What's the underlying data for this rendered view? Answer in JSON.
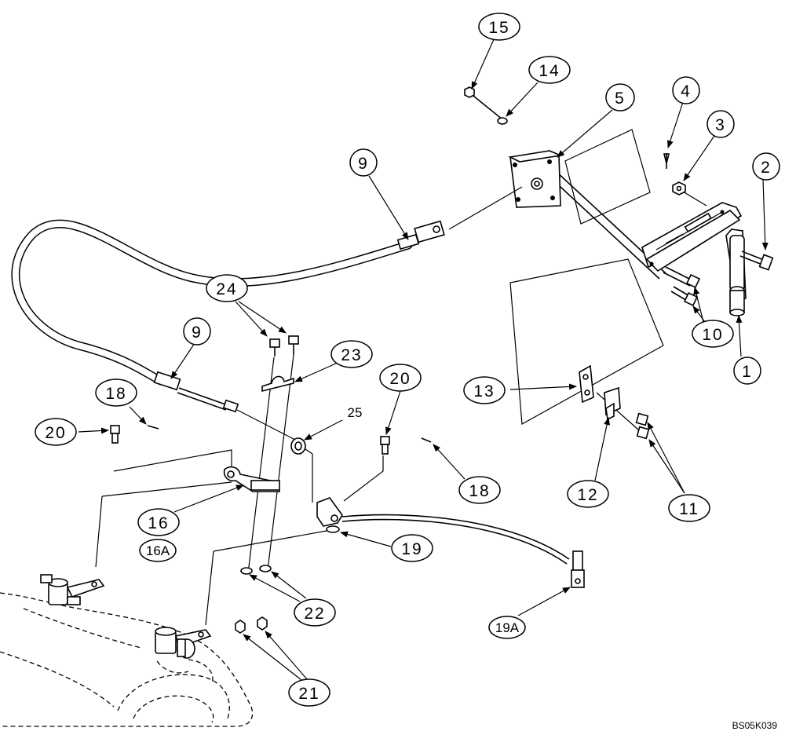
{
  "diagram": {
    "drawing_code": "BS05K039",
    "callouts": {
      "c1": "1",
      "c2": "2",
      "c3": "3",
      "c4": "4",
      "c5": "5",
      "c9a": "9",
      "c9b": "9",
      "c10": "10",
      "c11": "11",
      "c12": "12",
      "c13": "13",
      "c14": "14",
      "c15": "15",
      "c16": "16",
      "c16a": "16A",
      "c18a": "18",
      "c18b": "18",
      "c19": "19",
      "c19a": "19A",
      "c20a": "20",
      "c20b": "20",
      "c21": "21",
      "c22": "22",
      "c23": "23",
      "c24": "24",
      "c25": "25"
    }
  }
}
